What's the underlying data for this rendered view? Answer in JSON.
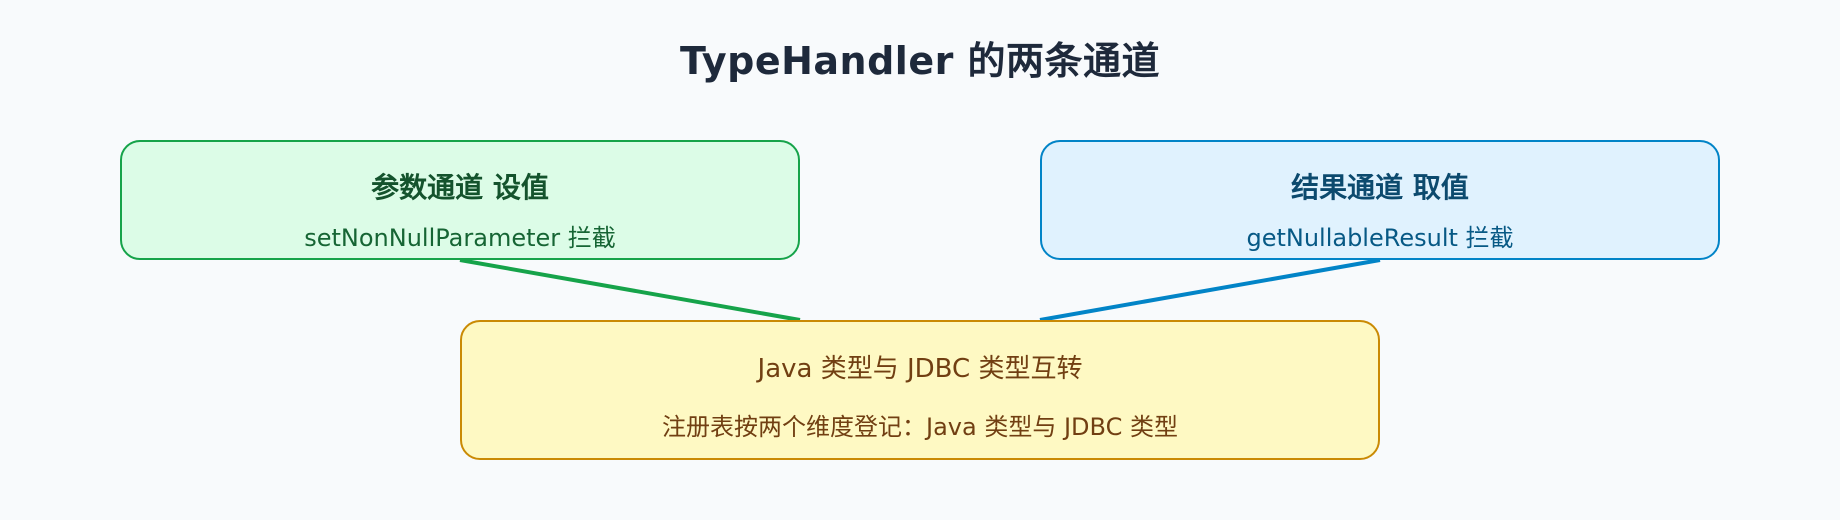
{
  "title": "TypeHandler 的两条通道",
  "param_channel": {
    "title": "参数通道 设值",
    "subtitle": "setNonNullParameter 拦截",
    "color": "#16a34a"
  },
  "result_channel": {
    "title": "结果通道 取值",
    "subtitle": "getNullableResult 拦截",
    "color": "#0284c7"
  },
  "core": {
    "title": "Java 类型与 JDBC 类型互转",
    "subtitle": "注册表按两个维度登记：Java 类型与 JDBC 类型",
    "color": "#ca8a04"
  }
}
